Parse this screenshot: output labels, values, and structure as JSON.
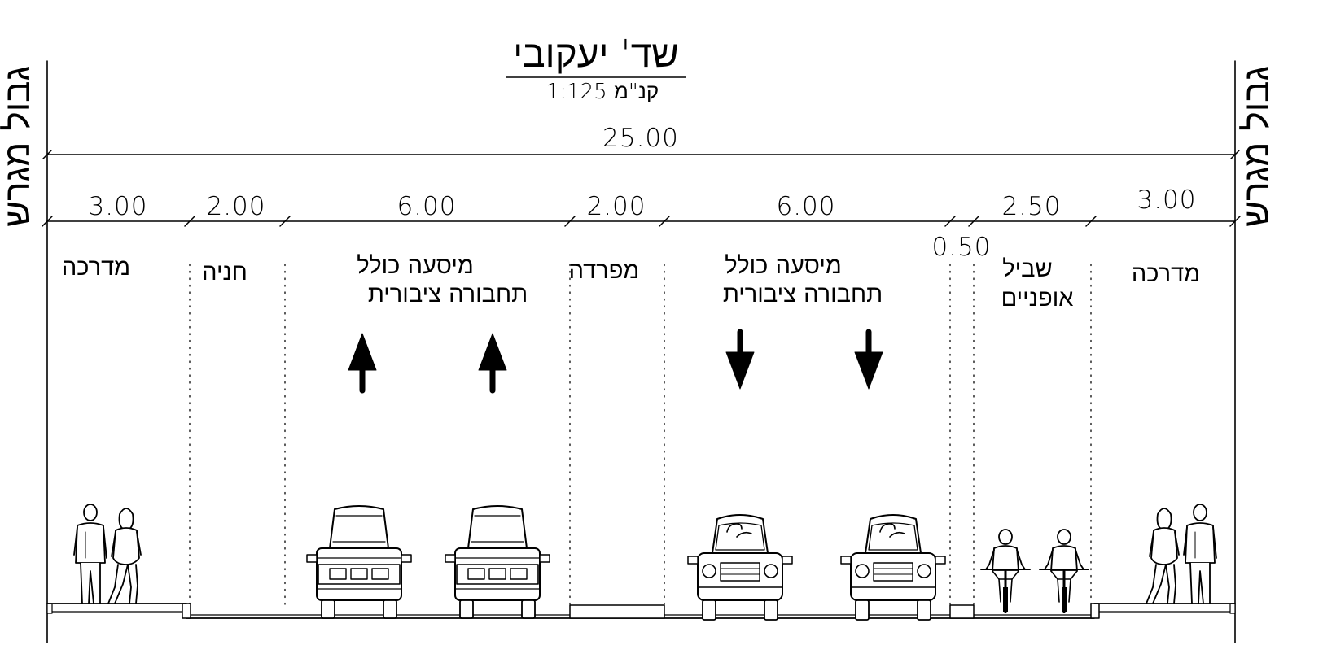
{
  "title": "שד' יעקובי",
  "scale": "קנ\"מ 1:125",
  "total_width_label": "25.00",
  "boundary_label": "גבול מגרש",
  "segments": [
    {
      "id": "sidewalk-left",
      "width": "3.00",
      "label": [
        "מדרכה"
      ]
    },
    {
      "id": "parking",
      "width": "2.00",
      "label": [
        "חניה"
      ]
    },
    {
      "id": "lanes-north",
      "width": "6.00",
      "label": [
        "מיסעה כולל",
        "תחבורה ציבורית"
      ]
    },
    {
      "id": "median",
      "width": "2.00",
      "label": [
        "מפרדה"
      ]
    },
    {
      "id": "lanes-south",
      "width": "6.00",
      "label": [
        "מיסעה כולל",
        "תחבורה ציבורית"
      ]
    },
    {
      "id": "buffer",
      "width": "0.50",
      "label": []
    },
    {
      "id": "bike-path",
      "width": "2.50",
      "label": [
        "שביל",
        "אופניים"
      ]
    },
    {
      "id": "sidewalk-right",
      "width": "3.00",
      "label": [
        "מדרכה"
      ]
    }
  ],
  "arrows": [
    "arrow-up",
    "arrow-up",
    "arrow-down",
    "arrow-down"
  ],
  "figures": [
    "pedestrians",
    "car-rear",
    "car-rear",
    "car-front",
    "car-front",
    "cyclist",
    "cyclist",
    "pedestrians"
  ],
  "colors": {
    "ink": "#000000",
    "background": "#ffffff"
  }
}
